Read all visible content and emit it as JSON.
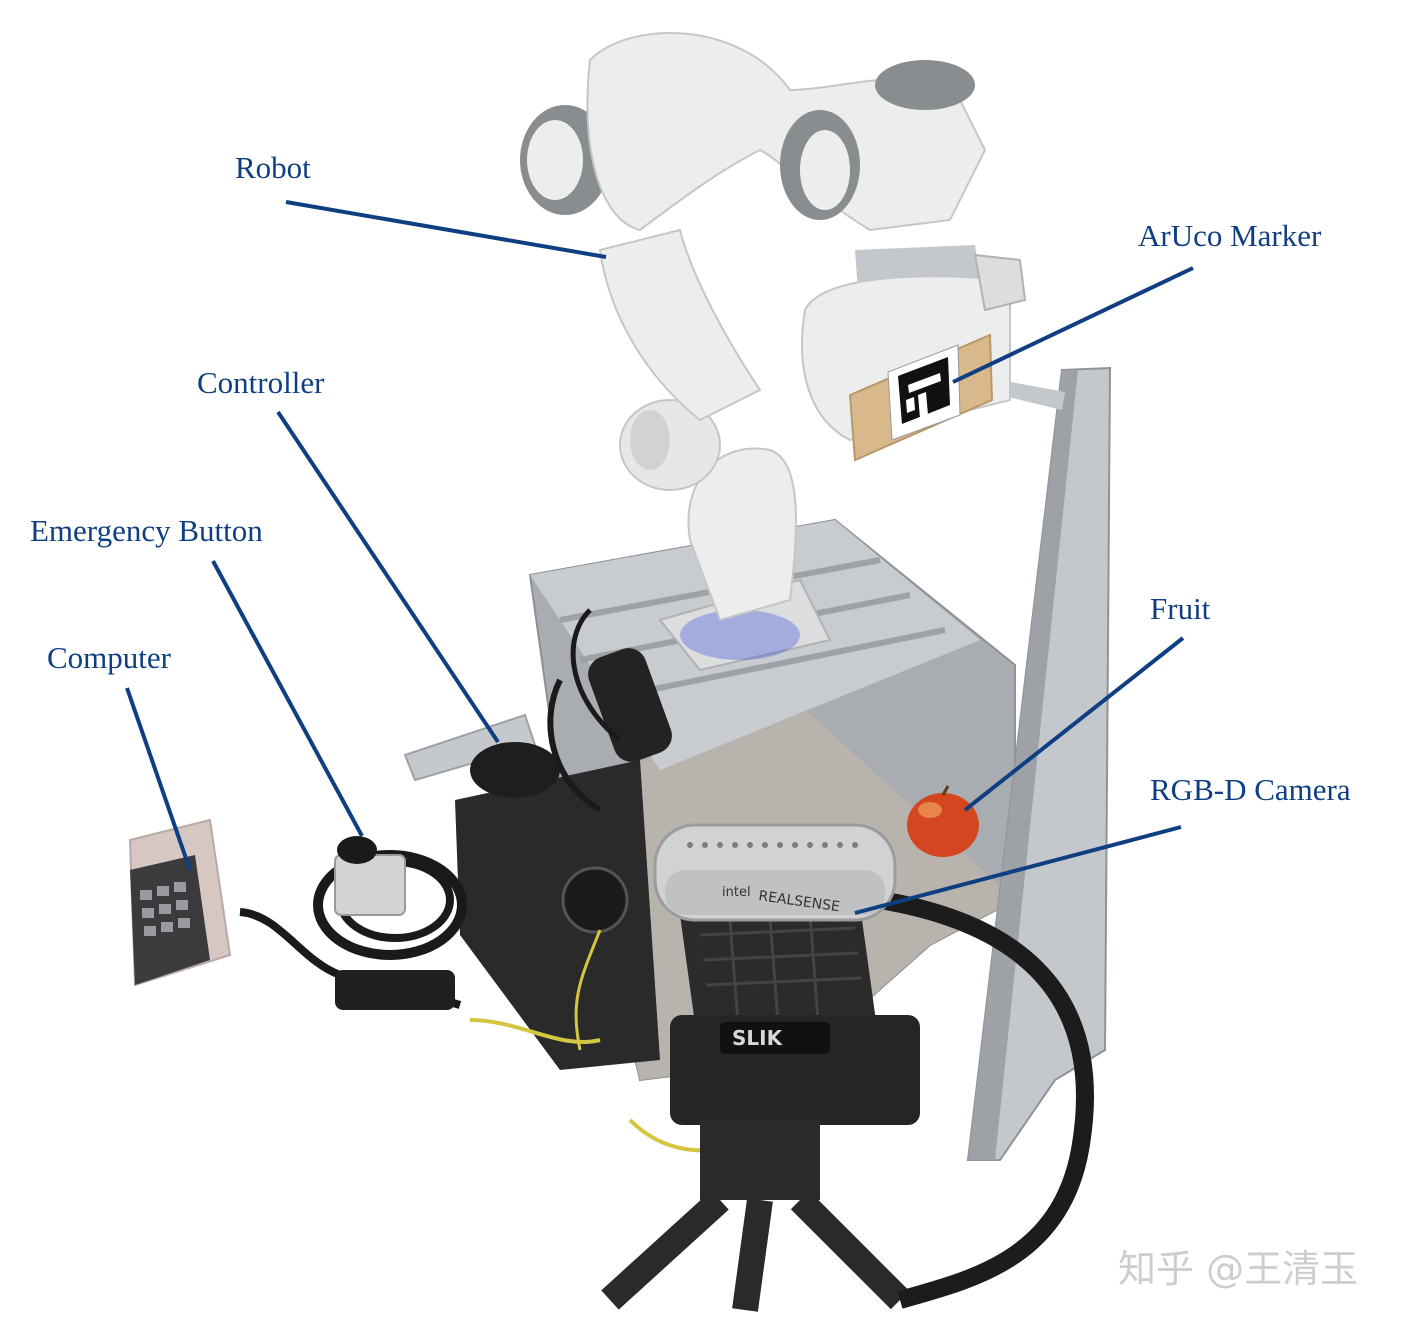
{
  "colors": {
    "label": "#0f3f82",
    "leader": "#0f3f82",
    "watermark": "#c8c8c8",
    "robot_white": "#eceded",
    "robot_gray": "#8a8d90",
    "aluminum": "#b8bcc0",
    "dark": "#262626",
    "fruit": "#d4461f",
    "marker_wood": "#d9b98c"
  },
  "labels": {
    "robot": "Robot",
    "aruco_marker": "ArUco Marker",
    "controller": "Controller",
    "emergency_button": "Emergency Button",
    "computer": "Computer",
    "fruit": "Fruit",
    "rgbd_camera": "RGB-D Camera"
  },
  "camera_brand": "REALSENSE",
  "camera_maker": "intel",
  "tripod_brand": "SLIK",
  "watermark": "知乎 @王清玉"
}
